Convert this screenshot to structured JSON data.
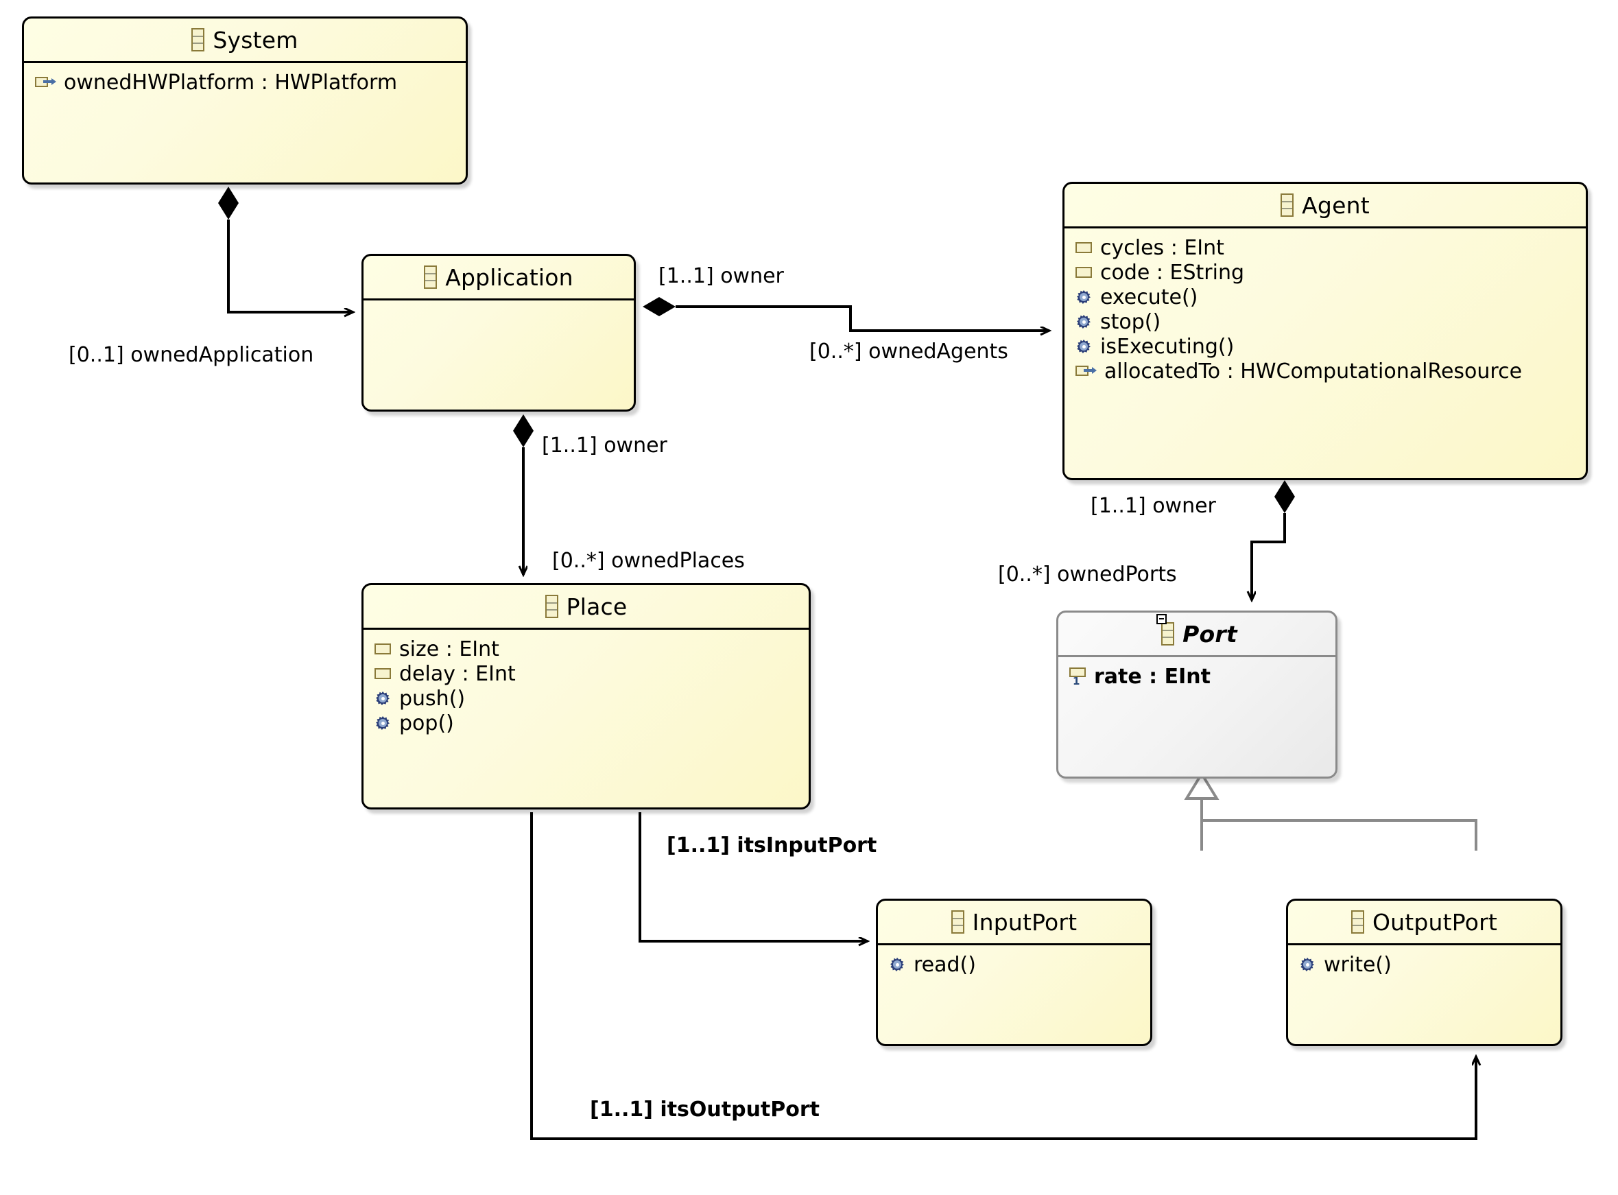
{
  "diagram": {
    "type": "uml-class-diagram",
    "title": "",
    "classes": [
      {
        "id": "system",
        "name": "System",
        "abstract": false,
        "icon": "eclass-icon",
        "members": [
          {
            "label": "ownedHWPlatform : HWPlatform",
            "kind": "ereference-icon",
            "bold": false
          }
        ]
      },
      {
        "id": "application",
        "name": "Application",
        "abstract": false,
        "icon": "eclass-icon",
        "members": []
      },
      {
        "id": "agent",
        "name": "Agent",
        "abstract": false,
        "icon": "eclass-icon",
        "members": [
          {
            "label": "cycles : EInt",
            "kind": "eattribute-icon",
            "bold": false
          },
          {
            "label": "code : EString",
            "kind": "eattribute-icon",
            "bold": false
          },
          {
            "label": "execute()",
            "kind": "eoperation-icon",
            "bold": false
          },
          {
            "label": "stop()",
            "kind": "eoperation-icon",
            "bold": false
          },
          {
            "label": "isExecuting()",
            "kind": "eoperation-icon",
            "bold": false
          },
          {
            "label": "allocatedTo : HWComputationalResource",
            "kind": "ereference-icon",
            "bold": false
          }
        ]
      },
      {
        "id": "place",
        "name": "Place",
        "abstract": false,
        "icon": "eclass-icon",
        "members": [
          {
            "label": "size : EInt",
            "kind": "eattribute-icon",
            "bold": false
          },
          {
            "label": "delay : EInt",
            "kind": "eattribute-icon",
            "bold": false
          },
          {
            "label": "push()",
            "kind": "eoperation-icon",
            "bold": false
          },
          {
            "label": "pop()",
            "kind": "eoperation-icon",
            "bold": false
          }
        ]
      },
      {
        "id": "port",
        "name": "Port",
        "abstract": true,
        "icon": "eclass-icon",
        "members": [
          {
            "label": "rate : EInt",
            "kind": "eattribute-1-icon",
            "bold": true
          }
        ]
      },
      {
        "id": "inputport",
        "name": "InputPort",
        "abstract": false,
        "icon": "eclass-icon",
        "members": [
          {
            "label": "read()",
            "kind": "eoperation-icon",
            "bold": false
          }
        ]
      },
      {
        "id": "outputport",
        "name": "OutputPort",
        "abstract": false,
        "icon": "eclass-icon",
        "members": [
          {
            "label": "write()",
            "kind": "eoperation-icon",
            "bold": false
          }
        ]
      }
    ],
    "associations": [
      {
        "id": "system-application",
        "from": "System",
        "to": "Application",
        "source_label": "",
        "target_label": "[0..1] ownedApplication",
        "kind": "composition",
        "bold": false
      },
      {
        "id": "application-agent",
        "from": "Application",
        "to": "Agent",
        "source_label": "[1..1] owner",
        "target_label": "[0..*] ownedAgents",
        "kind": "composition",
        "bold": false
      },
      {
        "id": "application-place",
        "from": "Application",
        "to": "Place",
        "source_label": "[1..1] owner",
        "target_label": "[0..*] ownedPlaces",
        "kind": "composition",
        "bold": false
      },
      {
        "id": "agent-port",
        "from": "Agent",
        "to": "Port",
        "source_label": "[1..1] owner",
        "target_label": "[0..*] ownedPorts",
        "kind": "composition",
        "bold": false
      },
      {
        "id": "place-inputport",
        "from": "Place",
        "to": "InputPort",
        "source_label": "",
        "target_label": "[1..1] itsInputPort",
        "kind": "association",
        "bold": true
      },
      {
        "id": "place-outputport",
        "from": "Place",
        "to": "OutputPort",
        "source_label": "",
        "target_label": "[1..1] itsOutputPort",
        "kind": "association",
        "bold": true
      }
    ],
    "generalizations": [
      {
        "id": "inputport-port",
        "from": "InputPort",
        "to": "Port"
      },
      {
        "id": "outputport-port",
        "from": "OutputPort",
        "to": "Port"
      }
    ],
    "labels": {
      "owned_application": "[0..1] ownedApplication",
      "owner_agent": "[1..1] owner",
      "owned_agents": "[0..*] ownedAgents",
      "owner_place": "[1..1] owner",
      "owned_places": "[0..*] ownedPlaces",
      "owner_port": "[1..1] owner",
      "owned_ports": "[0..*] ownedPorts",
      "its_input_port": "[1..1] itsInputPort",
      "its_output_port": "[1..1] itsOutputPort"
    },
    "colors": {
      "class_fill": "#fdfbdf",
      "class_border": "#000000",
      "abstract_fill": "#f0f0f0",
      "abstract_border": "#8a8a8a",
      "edge": "#000000",
      "generalization_edge": "#8a8a8a",
      "icon_gold": "#8a7a3a",
      "icon_blue": "#2b3e78"
    }
  }
}
